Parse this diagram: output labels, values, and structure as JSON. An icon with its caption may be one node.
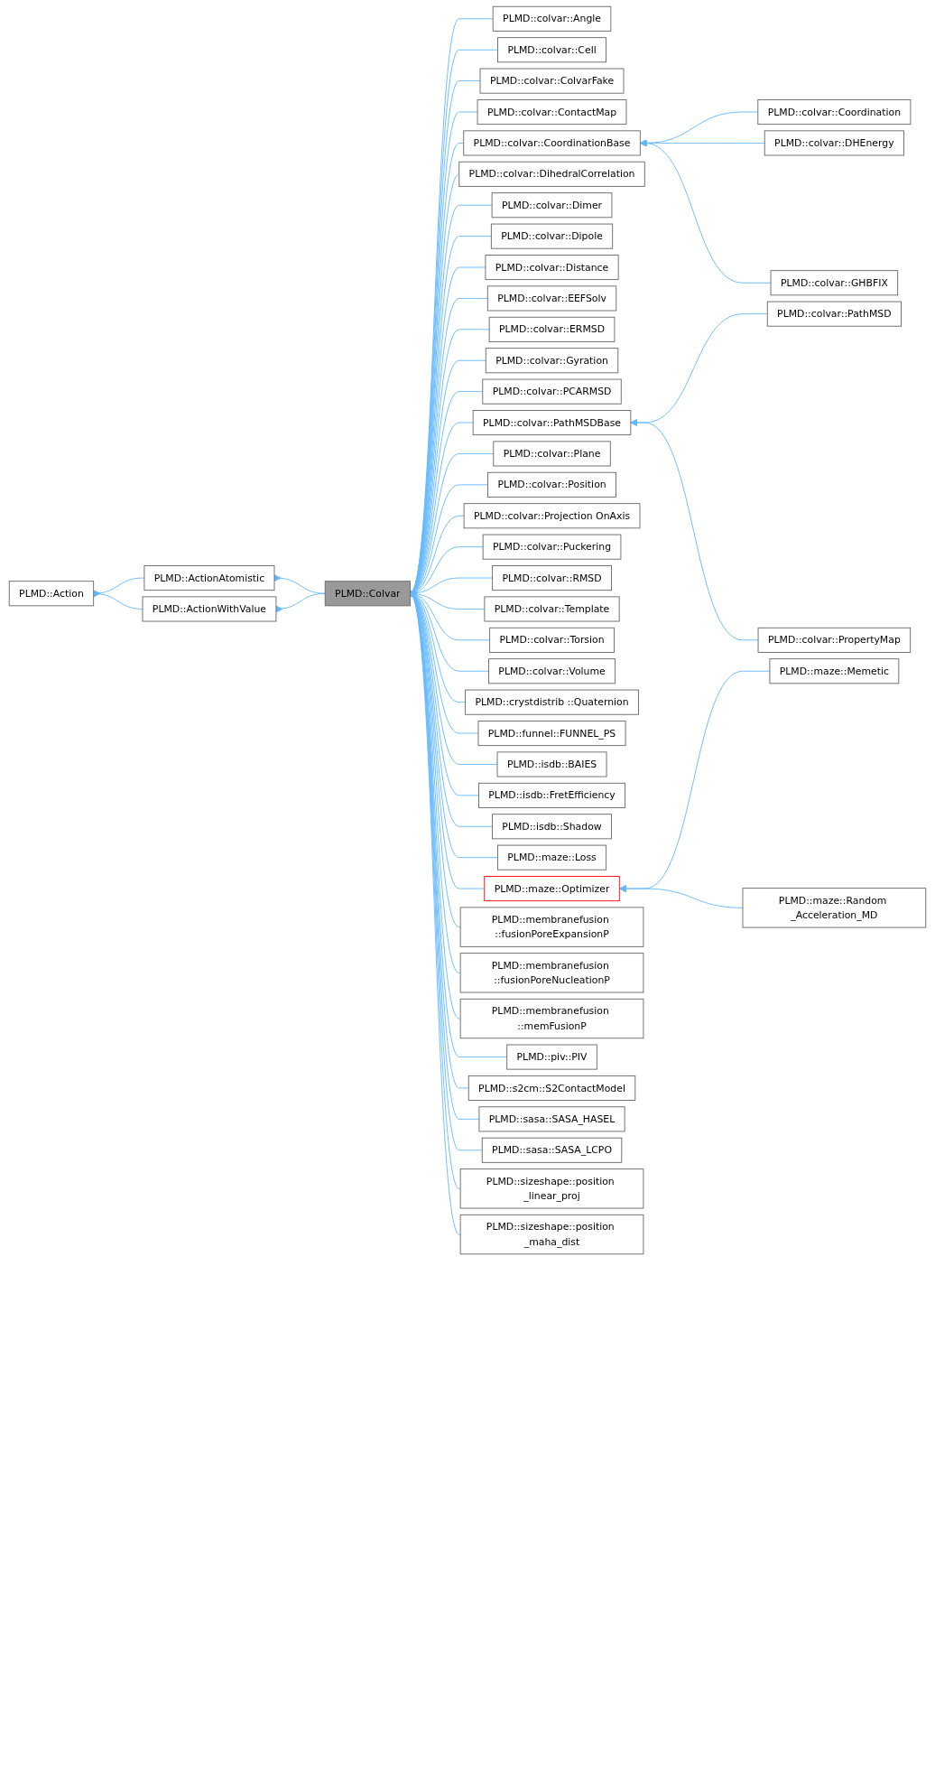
{
  "diagram": {
    "nodes": [
      {
        "text": [
          "PLMD::Action"
        ]
      },
      {
        "text": [
          "PLMD::ActionAtomistic"
        ]
      },
      {
        "text": [
          "PLMD::ActionWithValue"
        ]
      },
      {
        "text": [
          "PLMD::Colvar"
        ]
      },
      {
        "text": [
          "PLMD::colvar::Angle"
        ]
      },
      {
        "text": [
          "PLMD::colvar::Cell"
        ]
      },
      {
        "text": [
          "PLMD::colvar::ColvarFake"
        ]
      },
      {
        "text": [
          "PLMD::colvar::ContactMap"
        ]
      },
      {
        "text": [
          "PLMD::colvar::CoordinationBase"
        ]
      },
      {
        "text": [
          "PLMD::colvar::Coordination"
        ]
      },
      {
        "text": [
          "PLMD::colvar::DHEnergy"
        ]
      },
      {
        "text": [
          "PLMD::colvar::GHBFIX"
        ]
      },
      {
        "text": [
          "PLMD::colvar::DihedralCorrelation"
        ]
      },
      {
        "text": [
          "PLMD::colvar::Dimer"
        ]
      },
      {
        "text": [
          "PLMD::colvar::Dipole"
        ]
      },
      {
        "text": [
          "PLMD::colvar::Distance"
        ]
      },
      {
        "text": [
          "PLMD::colvar::EEFSolv"
        ]
      },
      {
        "text": [
          "PLMD::colvar::ERMSD"
        ]
      },
      {
        "text": [
          "PLMD::colvar::Gyration"
        ]
      },
      {
        "text": [
          "PLMD::colvar::PCARMSD"
        ]
      },
      {
        "text": [
          "PLMD::colvar::PathMSDBase"
        ]
      },
      {
        "text": [
          "PLMD::colvar::PathMSD"
        ]
      },
      {
        "text": [
          "PLMD::colvar::PropertyMap"
        ]
      },
      {
        "text": [
          "PLMD::colvar::Plane"
        ]
      },
      {
        "text": [
          "PLMD::colvar::Position"
        ]
      },
      {
        "text": [
          "PLMD::colvar::Projection OnAxis"
        ]
      },
      {
        "text": [
          "PLMD::colvar::Puckering"
        ]
      },
      {
        "text": [
          "PLMD::colvar::RMSD"
        ]
      },
      {
        "text": [
          "PLMD::colvar::Template"
        ]
      },
      {
        "text": [
          "PLMD::colvar::Torsion"
        ]
      },
      {
        "text": [
          "PLMD::colvar::Volume"
        ]
      },
      {
        "text": [
          "PLMD::crystdistrib ::Quaternion"
        ]
      },
      {
        "text": [
          "PLMD::funnel::FUNNEL_PS"
        ]
      },
      {
        "text": [
          "PLMD::isdb::BAIES"
        ]
      },
      {
        "text": [
          "PLMD::isdb::FretEfficiency"
        ]
      },
      {
        "text": [
          "PLMD::isdb::Shadow"
        ]
      },
      {
        "text": [
          "PLMD::maze::Loss"
        ]
      },
      {
        "text": [
          "PLMD::maze::Optimizer"
        ]
      },
      {
        "text": [
          "PLMD::maze::Memetic"
        ]
      },
      {
        "text": [
          "PLMD::maze::Random _Acceleration_MD"
        ]
      },
      {
        "text": [
          "PLMD::membranefusion ::fusionPoreExpansionP"
        ]
      },
      {
        "text": [
          "PLMD::membranefusion ::fusionPoreNucleationP"
        ]
      },
      {
        "text": [
          "PLMD::membranefusion ::memFusionP"
        ]
      },
      {
        "text": [
          "PLMD::piv::PIV"
        ]
      },
      {
        "text": [
          "PLMD::s2cm::S2ContactModel"
        ]
      },
      {
        "text": [
          "PLMD::sasa::SASA_HASEL"
        ]
      },
      {
        "text": [
          "PLMD::sasa::SASA_LCPO"
        ]
      },
      {
        "text": [
          "PLMD::sizeshape::position _linear_proj"
        ]
      },
      {
        "text": [
          "PLMD::sizeshape::position _maha_dist"
        ]
      }
    ],
    "edges": [
      {
        "from": 1,
        "to": 0,
        "arrow": "to"
      },
      {
        "from": 2,
        "to": 0,
        "arrow": "to"
      },
      {
        "from": 3,
        "to": 1,
        "arrow": "to"
      },
      {
        "from": 3,
        "to": 2,
        "arrow": "to"
      },
      {
        "from": 4,
        "to": 3,
        "arrow": "to"
      },
      {
        "from": 5,
        "to": 3,
        "arrow": "to"
      },
      {
        "from": 6,
        "to": 3,
        "arrow": "to"
      },
      {
        "from": 7,
        "to": 3,
        "arrow": "to"
      },
      {
        "from": 8,
        "to": 3,
        "arrow": "to"
      },
      {
        "from": 9,
        "to": 8,
        "arrow": "to"
      },
      {
        "from": 10,
        "to": 8,
        "arrow": "to"
      },
      {
        "from": 11,
        "to": 8,
        "arrow": "to"
      },
      {
        "from": 12,
        "to": 3,
        "arrow": "to"
      },
      {
        "from": 13,
        "to": 3,
        "arrow": "to"
      },
      {
        "from": 14,
        "to": 3,
        "arrow": "to"
      },
      {
        "from": 15,
        "to": 3,
        "arrow": "to"
      },
      {
        "from": 16,
        "to": 3,
        "arrow": "to"
      },
      {
        "from": 17,
        "to": 3,
        "arrow": "to"
      },
      {
        "from": 18,
        "to": 3,
        "arrow": "to"
      },
      {
        "from": 19,
        "to": 3,
        "arrow": "to"
      },
      {
        "from": 20,
        "to": 3,
        "arrow": "to"
      },
      {
        "from": 21,
        "to": 20,
        "arrow": "to"
      },
      {
        "from": 22,
        "to": 20,
        "arrow": "to"
      },
      {
        "from": 23,
        "to": 3,
        "arrow": "to"
      },
      {
        "from": 24,
        "to": 3,
        "arrow": "to"
      },
      {
        "from": 25,
        "to": 3,
        "arrow": "to"
      },
      {
        "from": 26,
        "to": 3,
        "arrow": "to"
      },
      {
        "from": 27,
        "to": 3,
        "arrow": "to"
      },
      {
        "from": 28,
        "to": 3,
        "arrow": "to"
      },
      {
        "from": 29,
        "to": 3,
        "arrow": "to"
      },
      {
        "from": 30,
        "to": 3,
        "arrow": "to"
      },
      {
        "from": 31,
        "to": 3,
        "arrow": "to"
      },
      {
        "from": 32,
        "to": 3,
        "arrow": "to"
      },
      {
        "from": 33,
        "to": 3,
        "arrow": "to"
      },
      {
        "from": 34,
        "to": 3,
        "arrow": "to"
      },
      {
        "from": 35,
        "to": 3,
        "arrow": "to"
      },
      {
        "from": 36,
        "to": 3,
        "arrow": "to"
      },
      {
        "from": 37,
        "to": 3,
        "arrow": "to"
      },
      {
        "from": 38,
        "to": 37,
        "arrow": "to"
      },
      {
        "from": 39,
        "to": 37,
        "arrow": "to"
      },
      {
        "from": 40,
        "to": 3,
        "arrow": "to"
      },
      {
        "from": 41,
        "to": 3,
        "arrow": "to"
      },
      {
        "from": 42,
        "to": 3,
        "arrow": "to"
      },
      {
        "from": 43,
        "to": 3,
        "arrow": "to"
      },
      {
        "from": 44,
        "to": 3,
        "arrow": "to"
      },
      {
        "from": 45,
        "to": 3,
        "arrow": "to"
      },
      {
        "from": 46,
        "to": 3,
        "arrow": "to"
      },
      {
        "from": 47,
        "to": 3,
        "arrow": "to"
      },
      {
        "from": 48,
        "to": 3,
        "arrow": "to"
      }
    ]
  }
}
